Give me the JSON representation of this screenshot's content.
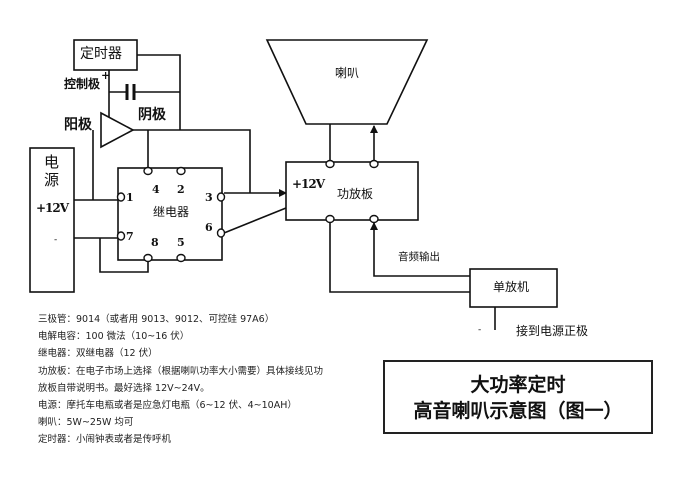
{
  "title": {
    "line1": "大功率定时",
    "line2": "高音喇叭示意图（图一）"
  },
  "components": {
    "timer": "定时器",
    "control_pole": "控制极",
    "anode": "阳极",
    "cathode": "阴极",
    "timer_plus": "+",
    "power": {
      "label_line1": "电",
      "label_line2": "源",
      "plus": "+12V",
      "minus": "-"
    },
    "relay": {
      "label": "继电器",
      "pins": [
        "1",
        "2",
        "3",
        "4",
        "5",
        "6",
        "7",
        "8"
      ]
    },
    "speaker": "喇叭",
    "amp_board": {
      "label": "功放板",
      "plus": "+12V"
    },
    "audio_out": "音频输出",
    "single_player": "单放机",
    "to_positive": "接到电源正极",
    "minus_mark": "-"
  },
  "notes": [
    "三极管：9014（或者用 9013、9012、可控硅 97A6）",
    "电解电容：100 微法（10~16 伏）",
    "继电器：双继电器（12 伏）",
    "功放板：在电子市场上选择（根据喇叭功率大小需要）具体接线见功",
    "放板自带说明书。最好选择 12V~24V。",
    "电源：摩托车电瓶或者是应急灯电瓶（6~12 伏、4~10AH）",
    "喇叭：5W~25W 均可",
    "定时器：小闹钟表或者是传呼机"
  ]
}
